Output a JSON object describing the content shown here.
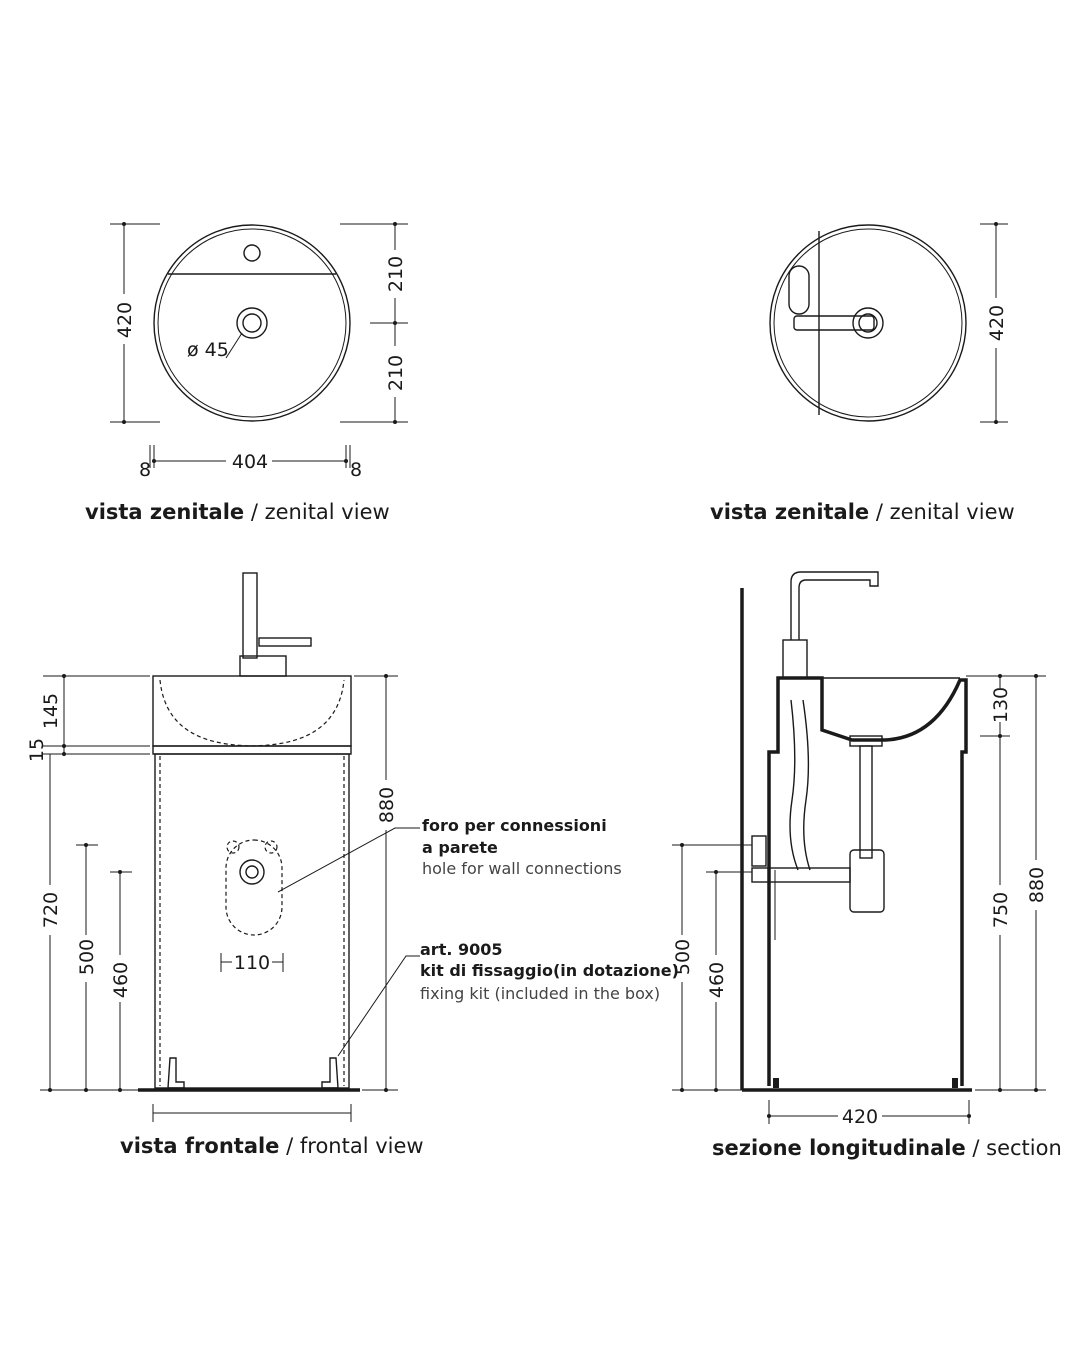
{
  "views": {
    "top_left": {
      "dim_depth": "420",
      "dim_half_top": "210",
      "dim_half_bottom": "210",
      "dim_width": "404",
      "dim_margin_left": "8",
      "dim_margin_right": "8",
      "dim_hole": "ø 45",
      "caption_it": "vista zenitale",
      "caption_sep": " / ",
      "caption_en": "zenital view"
    },
    "top_right": {
      "dim_depth": "420",
      "caption_it": "vista zenitale",
      "caption_sep": " / ",
      "caption_en": "zenital view"
    },
    "front": {
      "dim_basin": "145",
      "dim_rim": "15",
      "dim_720": "720",
      "dim_500": "500",
      "dim_460": "460",
      "dim_880": "880",
      "dim_110": "110",
      "note_hole_it_1": "foro per connessioni",
      "note_hole_it_2": "a parete",
      "note_hole_en": "hole for wall connections",
      "note_kit_art": "art. 9005",
      "note_kit_it": "kit di fissaggio(in dotazione)",
      "note_kit_en": "fixing kit (included in the box)",
      "caption_it": "vista frontale",
      "caption_sep": " / ",
      "caption_en": "frontal view"
    },
    "section": {
      "dim_130": "130",
      "dim_750": "750",
      "dim_880": "880",
      "dim_500": "500",
      "dim_460": "460",
      "dim_420": "420",
      "caption_it": "sezione longitudinale",
      "caption_sep": " / ",
      "caption_en": "section"
    }
  }
}
